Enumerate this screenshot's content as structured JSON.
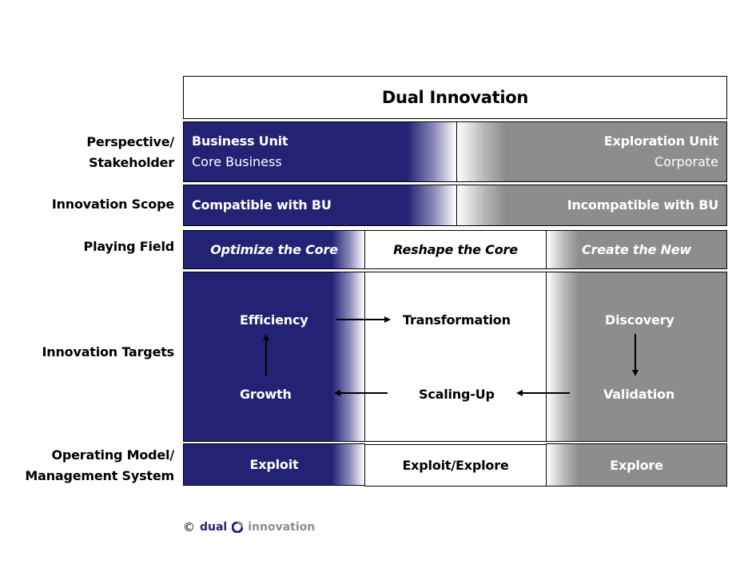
{
  "title": "Dual Innovation",
  "row_labels": {
    "perspective_line1": "Perspective/",
    "perspective_line2": "Stakeholder",
    "scope": "Innovation Scope",
    "playing_field": "Playing Field",
    "targets": "Innovation Targets",
    "operating_line1": "Operating Model/",
    "operating_line2": "Management System"
  },
  "perspective": {
    "left_title": "Business Unit",
    "left_sub": "Core Business",
    "right_title": "Exploration Unit",
    "right_sub": "Corporate"
  },
  "scope": {
    "left": "Compatible with BU",
    "right": "Incompatible with BU"
  },
  "playing_field": {
    "left": "Optimize the Core",
    "middle": "Reshape the Core",
    "right": "Create the New"
  },
  "targets": {
    "efficiency": "Efficiency",
    "growth": "Growth",
    "transformation": "Transformation",
    "scaling_up": "Scaling-Up",
    "discovery": "Discovery",
    "validation": "Validation"
  },
  "operating_model": {
    "left": "Exploit",
    "middle": "Exploit/Explore",
    "right": "Explore"
  },
  "footer": {
    "copyright": "©",
    "logo_part1": "dual",
    "logo_part2": "innovation"
  },
  "colors": {
    "blue": "#232275",
    "gray": "#8d8d8d"
  }
}
